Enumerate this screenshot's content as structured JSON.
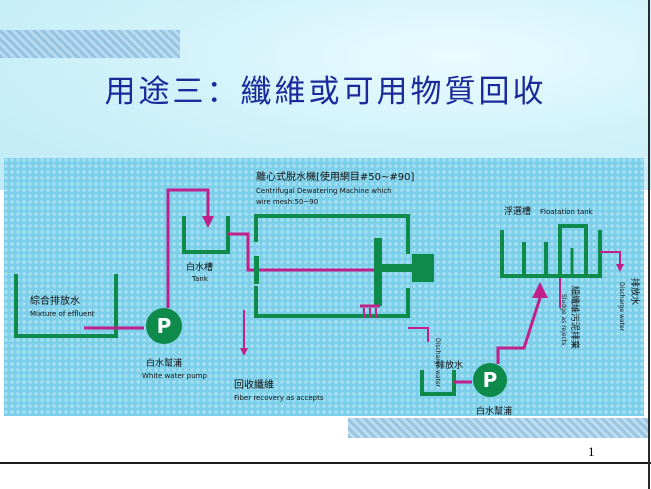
{
  "title": "用途三：纖維或可用物質回收",
  "page_number": "1",
  "diagram": {
    "centrifuge": {
      "label_zh": "離心式脫水機[使用網目#50~#90]",
      "label_en": "Centrifugal Dewatering Machine which",
      "label_en2": "wire mesh:50~90"
    },
    "tank": {
      "label_zh": "白水槽",
      "label_en": "Tank"
    },
    "mixture": {
      "label_zh": "綜合排放水",
      "label_en": "Mixture of effluent"
    },
    "pump1": {
      "symbol": "P",
      "label_zh": "白水幫浦",
      "label_en": "White water pump"
    },
    "pump2": {
      "symbol": "P",
      "label_zh": "白水幫浦"
    },
    "fiber": {
      "label_zh": "回收纖維",
      "label_en": "Fiber recovery as accepts"
    },
    "discharge1": {
      "label_zh": "排放水",
      "label_en": "Discharge water"
    },
    "floatation": {
      "label_zh": "浮選槽",
      "label_en": "Floatation tank"
    },
    "sludge": {
      "label_zh": "細纖維污泥排棄",
      "label_en": "Sludge as rejects"
    },
    "discharge2": {
      "label_zh": "排放水",
      "label_en": "Discharge water"
    }
  },
  "colors": {
    "structure": "#0e8a4a",
    "flow": "#c0208a",
    "pump": "#0e8a4a",
    "title": "#1a2a9a"
  }
}
